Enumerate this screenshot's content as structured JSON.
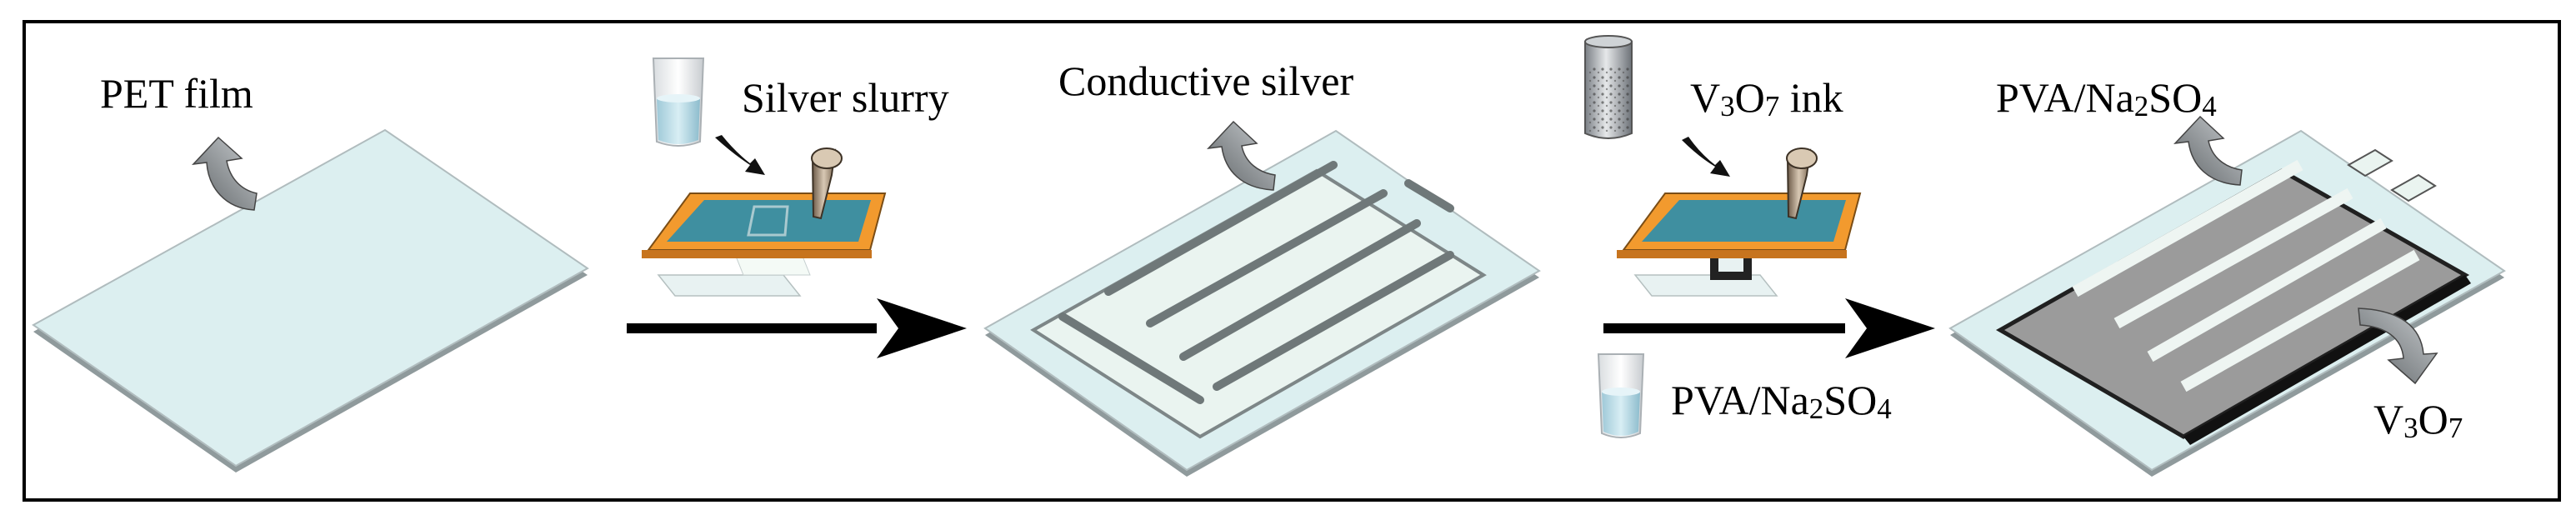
{
  "labels": {
    "pet_film": "PET film",
    "silver_slurry": "Silver slurry",
    "conductive_silver": "Conductive silver",
    "v3o7_ink": {
      "prefix": "V",
      "sub1": "3",
      "mid": "O",
      "sub2": "7",
      "suffix": " ink"
    },
    "pva_top": {
      "prefix": "PVA/Na",
      "sub1": "2",
      "mid": "SO",
      "sub2": "4"
    },
    "pva_beaker": {
      "prefix": "PVA/Na",
      "sub1": "2",
      "mid": "SO",
      "sub2": "4"
    },
    "v3o7": {
      "prefix": "V",
      "sub1": "3",
      "mid": "O",
      "sub2": "7"
    }
  },
  "colors": {
    "film": "#dceff0",
    "film_edge": "#9aa8aa",
    "silver": "#eaf4f0",
    "groove": "#7d8687",
    "v3o7": "#999999",
    "frame": "#f29a2e",
    "mesh": "#3f8fa0",
    "arrow": "#000000"
  },
  "icons": [
    "beaker-icon",
    "ink-jar-icon",
    "screen-printer-icon",
    "squeegee-icon",
    "curved-arrow-icon",
    "process-arrow-icon"
  ]
}
